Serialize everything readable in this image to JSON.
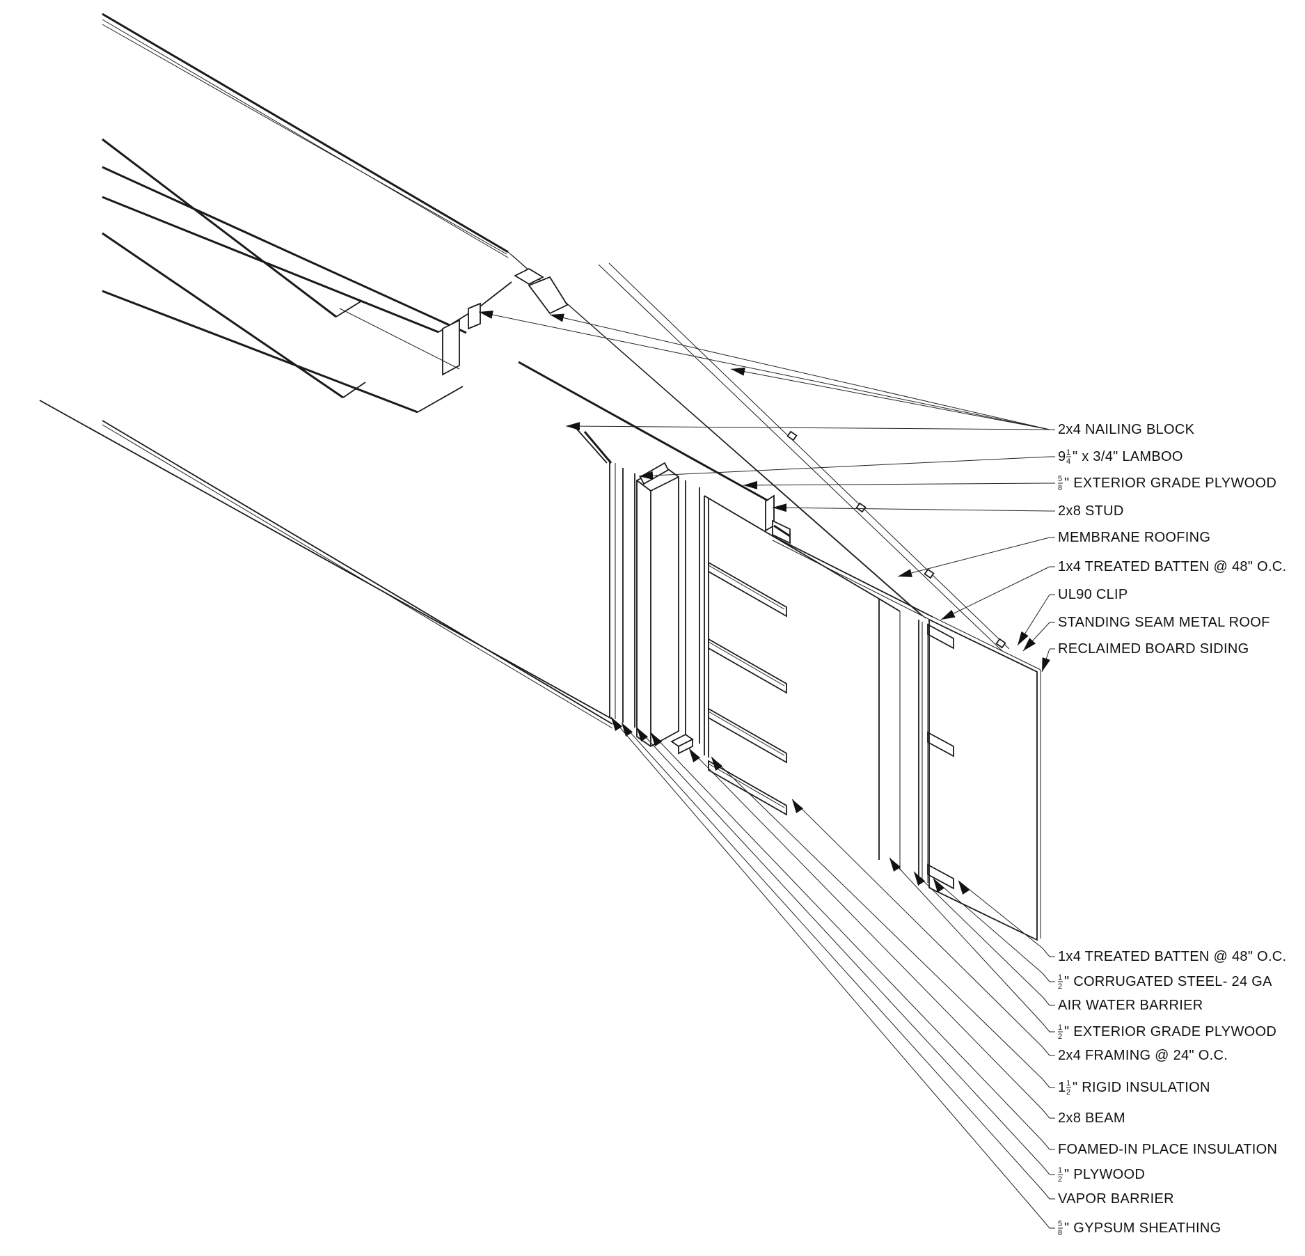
{
  "diagram": {
    "type": "isometric wall-roof section detail",
    "callouts_top": [
      {
        "id": "nailing-block",
        "whole": "",
        "frac": "",
        "text": "2x4 NAILING BLOCK"
      },
      {
        "id": "lamboo",
        "whole": "9",
        "frac": "1/4",
        "text": "\" x 3/4\" LAMBOO"
      },
      {
        "id": "ext-plywood-5-8",
        "whole": "",
        "frac": "5/8",
        "text": "\" EXTERIOR GRADE PLYWOOD"
      },
      {
        "id": "stud-2x8",
        "whole": "",
        "frac": "",
        "text": "2x8 STUD"
      },
      {
        "id": "membrane-roofing",
        "whole": "",
        "frac": "",
        "text": "MEMBRANE ROOFING"
      },
      {
        "id": "batten-top",
        "whole": "",
        "frac": "",
        "text": "1x4 TREATED BATTEN @ 48\" O.C."
      },
      {
        "id": "ul90-clip",
        "whole": "",
        "frac": "",
        "text": "UL90 CLIP"
      },
      {
        "id": "standing-seam",
        "whole": "",
        "frac": "",
        "text": "STANDING SEAM METAL ROOF"
      },
      {
        "id": "reclaimed-siding",
        "whole": "",
        "frac": "",
        "text": "RECLAIMED BOARD SIDING"
      }
    ],
    "callouts_bottom": [
      {
        "id": "batten-bottom",
        "whole": "",
        "frac": "",
        "text": "1x4 TREATED BATTEN @ 48\" O.C."
      },
      {
        "id": "corrugated-steel",
        "whole": "",
        "frac": "1/2",
        "text": "\" CORRUGATED STEEL- 24 GA"
      },
      {
        "id": "air-water-barrier",
        "whole": "",
        "frac": "",
        "text": "AIR WATER BARRIER"
      },
      {
        "id": "ext-plywood-1-2",
        "whole": "",
        "frac": "1/2",
        "text": " \" EXTERIOR GRADE PLYWOOD"
      },
      {
        "id": "framing-2x4",
        "whole": "",
        "frac": "",
        "text": "2x4 FRAMING @ 24\" O.C."
      },
      {
        "id": "rigid-insulation",
        "whole": "1",
        "frac": "1/2",
        "text": "\" RIGID INSULATION"
      },
      {
        "id": "beam-2x8",
        "whole": "",
        "frac": "",
        "text": "2x8 BEAM"
      },
      {
        "id": "foamed-insulation",
        "whole": "",
        "frac": "",
        "text": "FOAMED-IN PLACE INSULATION"
      },
      {
        "id": "plywood-1-2",
        "whole": "",
        "frac": "1/2",
        "text": "\" PLYWOOD"
      },
      {
        "id": "vapor-barrier",
        "whole": "",
        "frac": "",
        "text": "VAPOR BARRIER"
      },
      {
        "id": "gypsum",
        "whole": "",
        "frac": "5/8",
        "text": " \" GYPSUM SHEATHING"
      }
    ]
  }
}
